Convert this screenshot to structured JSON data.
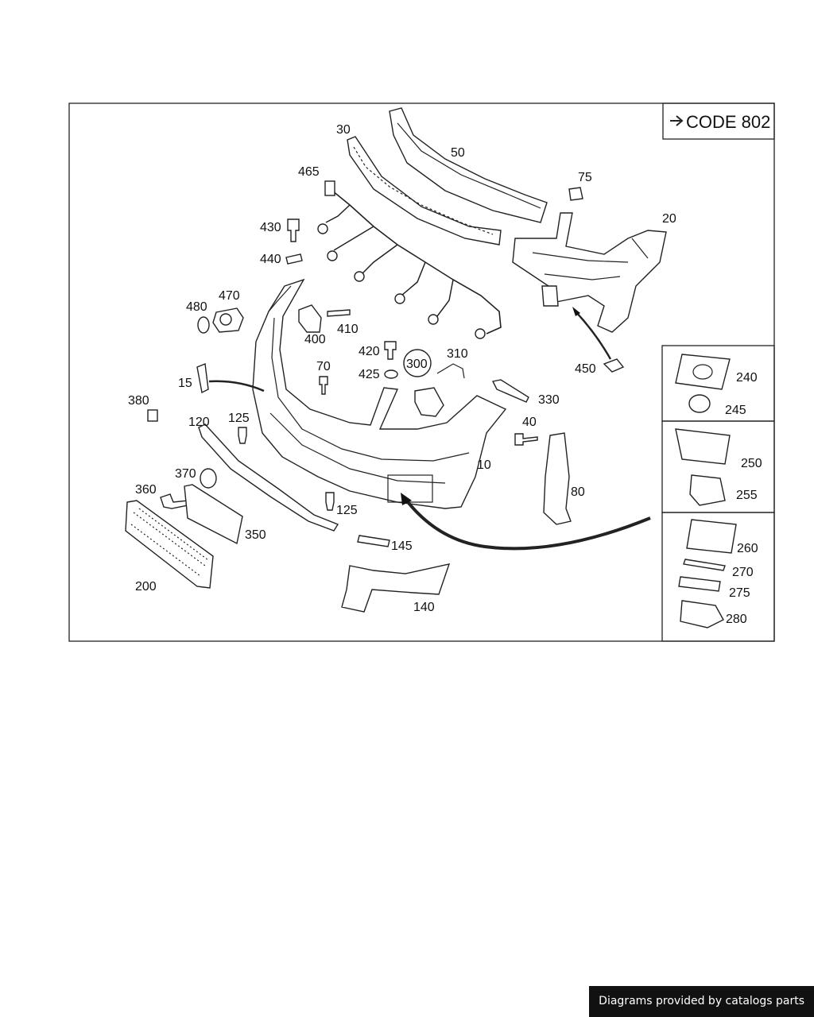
{
  "code_label": "CODE 802",
  "parts": {
    "p10": "10",
    "p15": "15",
    "p20": "20",
    "p30": "30",
    "p40": "40",
    "p50": "50",
    "p70": "70",
    "p75": "75",
    "p80": "80",
    "p120": "120",
    "p125a": "125",
    "p125b": "125",
    "p140": "140",
    "p145": "145",
    "p200": "200",
    "p240": "240",
    "p245": "245",
    "p250": "250",
    "p255": "255",
    "p260": "260",
    "p270": "270",
    "p275": "275",
    "p280": "280",
    "p300": "300",
    "p310": "310",
    "p330": "330",
    "p350": "350",
    "p360": "360",
    "p370": "370",
    "p380": "380",
    "p400": "400",
    "p410": "410",
    "p420": "420",
    "p425": "425",
    "p430": "430",
    "p440": "440",
    "p450": "450",
    "p465": "465",
    "p470": "470",
    "p480": "480"
  },
  "footer": {
    "text": "Diagrams provided by catalogs parts"
  }
}
